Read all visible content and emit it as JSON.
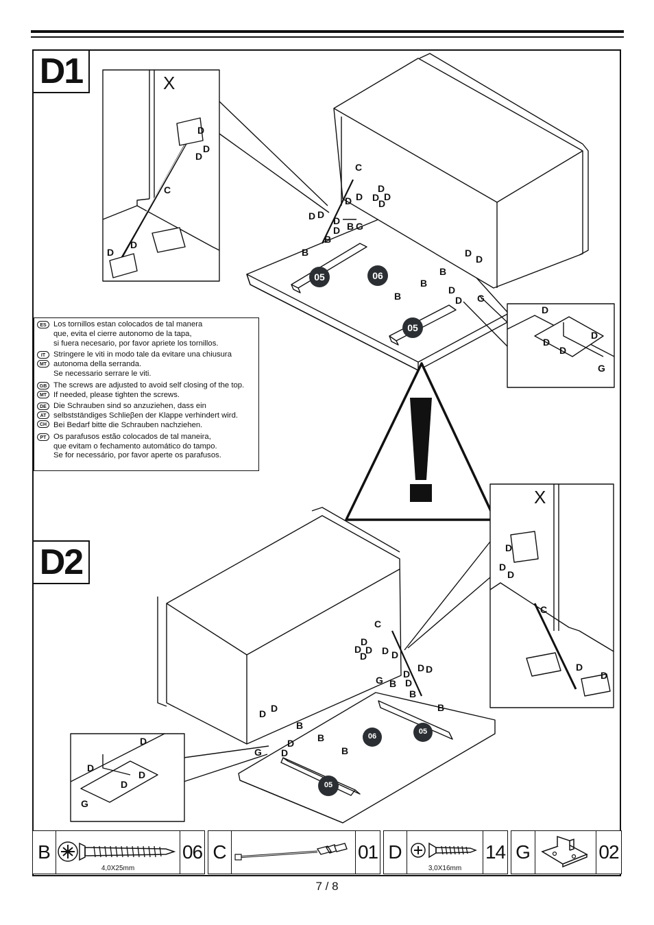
{
  "steps": {
    "d1": "D1",
    "d2": "D2"
  },
  "mark": "X",
  "panel_labels": {
    "c": "C",
    "b": "B",
    "d": "D",
    "g": "G"
  },
  "panel_ids": {
    "p05": "05",
    "p06": "06"
  },
  "notice": [
    {
      "codes": [
        "ES"
      ],
      "text": "Los tornillos estan colocados de tal manera\n   que, evita el cierre autonomo de la tapa,\n   si  fuera  necesario, por favor apriete los tornillos."
    },
    {
      "codes": [
        "IT",
        "MT"
      ],
      "text": "Stringere le viti in modo tale da evitare una chiusura\nautonoma della serranda.\nSe necessario serrare le viti."
    },
    {
      "codes": [
        "GB",
        "MT"
      ],
      "text": "The screws are adjusted to avoid self closing of the top.\nIf needed, please tighten the screws."
    },
    {
      "codes": [
        "DE",
        "AT",
        "CH"
      ],
      "text": "Die Schrauben sind so anzuziehen, dass ein\nselbstständiges Schlieβen der Klappe verhindert wird.\nBei Bedarf bitte die Schrauben nachziehen."
    },
    {
      "codes": [
        "PT"
      ],
      "text": "Os parafusos estão colocados de tal maneira,\nque evitam o fechamento automático do tampo.\nSe for necessário, por favor aperte os parafusos."
    }
  ],
  "parts": [
    {
      "letter": "B",
      "qty": "06",
      "size": "4,0X25mm",
      "icon": "wood-screw-icon"
    },
    {
      "letter": "C",
      "qty": "01",
      "size": "",
      "icon": "lid-stay-icon"
    },
    {
      "letter": "D",
      "qty": "14",
      "size": "3,0X16mm",
      "icon": "small-screw-icon"
    },
    {
      "letter": "G",
      "qty": "02",
      "size": "",
      "icon": "bracket-icon"
    }
  ],
  "page": "7 / 8"
}
